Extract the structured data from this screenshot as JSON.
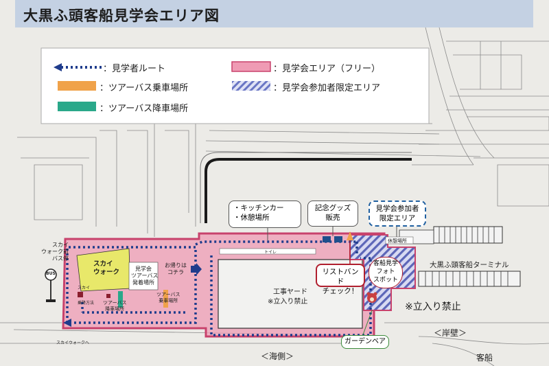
{
  "title": "大黒ふ頭客船見学会エリア図",
  "legend": {
    "route": "：見学者ルート",
    "board": "：ツアーバス乗車場所",
    "alight": "：ツアーバス降車場所",
    "free_area": "：見学会エリア（フリー）",
    "limited_area": "：見学会参加者限定エリア"
  },
  "labels": {
    "kitchen": "・キッチンカー",
    "rest": "・休憩場所",
    "goods_1": "記念グッズ",
    "goods_2": "販売",
    "limited_1": "見学会参加者",
    "limited_2": "限定エリア",
    "wristband_1": "リストバンド",
    "wristband_2": "チェック！",
    "photo_1": "客船見学",
    "photo_2": "フォト",
    "photo_3": "スポット",
    "garden": "ガーデンベア",
    "construction_1": "工事ヤード",
    "construction_2": "※立入り禁止",
    "terminal": "大黒ふ頭客船ターミナル",
    "no_entry": "※立入り禁止",
    "quay": "＜岸壁＞",
    "sea": "＜海側＞",
    "ship": "客船",
    "skywalk_1": "スカイ",
    "skywalk_2": "ウォーク",
    "skywalk_bus_1": "スカイ",
    "skywalk_bus_2": "ウォーク前",
    "skywalk_bus_3": "バス停",
    "tour_depart_1": "見学会",
    "tour_depart_2": "ツアーバス",
    "tour_depart_3": "発着場所",
    "return_1": "お帰りは",
    "return_2": "コチラ",
    "tour_board_1": "ツアーバス",
    "tour_board_2": "乗車場所",
    "tour_alight_1": "ツアーバス",
    "tour_alight_2": "降車場所",
    "toilet": "トイレ",
    "rest_station": "休憩場所",
    "bus_icon_label": "BUS",
    "skywalk_road": "スカイウォークへ",
    "skywalk_small": "スカイ",
    "passenger_side": "乗降方法"
  },
  "colors": {
    "free_area": "#ef9bb4",
    "limited_area": "#6a76c4",
    "route": "#1f3c8c",
    "board": "#f0a24a",
    "alight": "#2aa88a",
    "skywalk": "#e8e86a",
    "goods_marker": "#1f4f8c"
  },
  "icons": {
    "bus_stop": "bus-stop-icon",
    "exit_arrow": "exit-arrow-icon",
    "bear": "bear-icon",
    "wristband_marker": "wristband-marker-icon"
  }
}
